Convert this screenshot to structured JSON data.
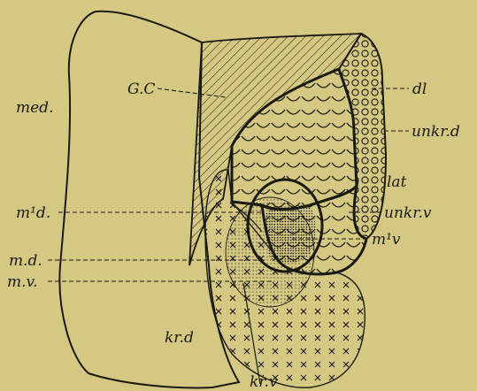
{
  "figure": {
    "background_color": "#d5c883",
    "ink_color": "#1a1a14",
    "labels": {
      "med": "med.",
      "gc": "G.C",
      "dl": "dl",
      "unkr_d": "unkr.d",
      "lat": "lat",
      "unkr_v": "unkr.v",
      "m1d": "m¹d.",
      "m1v": "m¹v",
      "md": "m.d.",
      "mv": "m.v.",
      "krd": "kr.d",
      "krv": "kr.v"
    }
  }
}
